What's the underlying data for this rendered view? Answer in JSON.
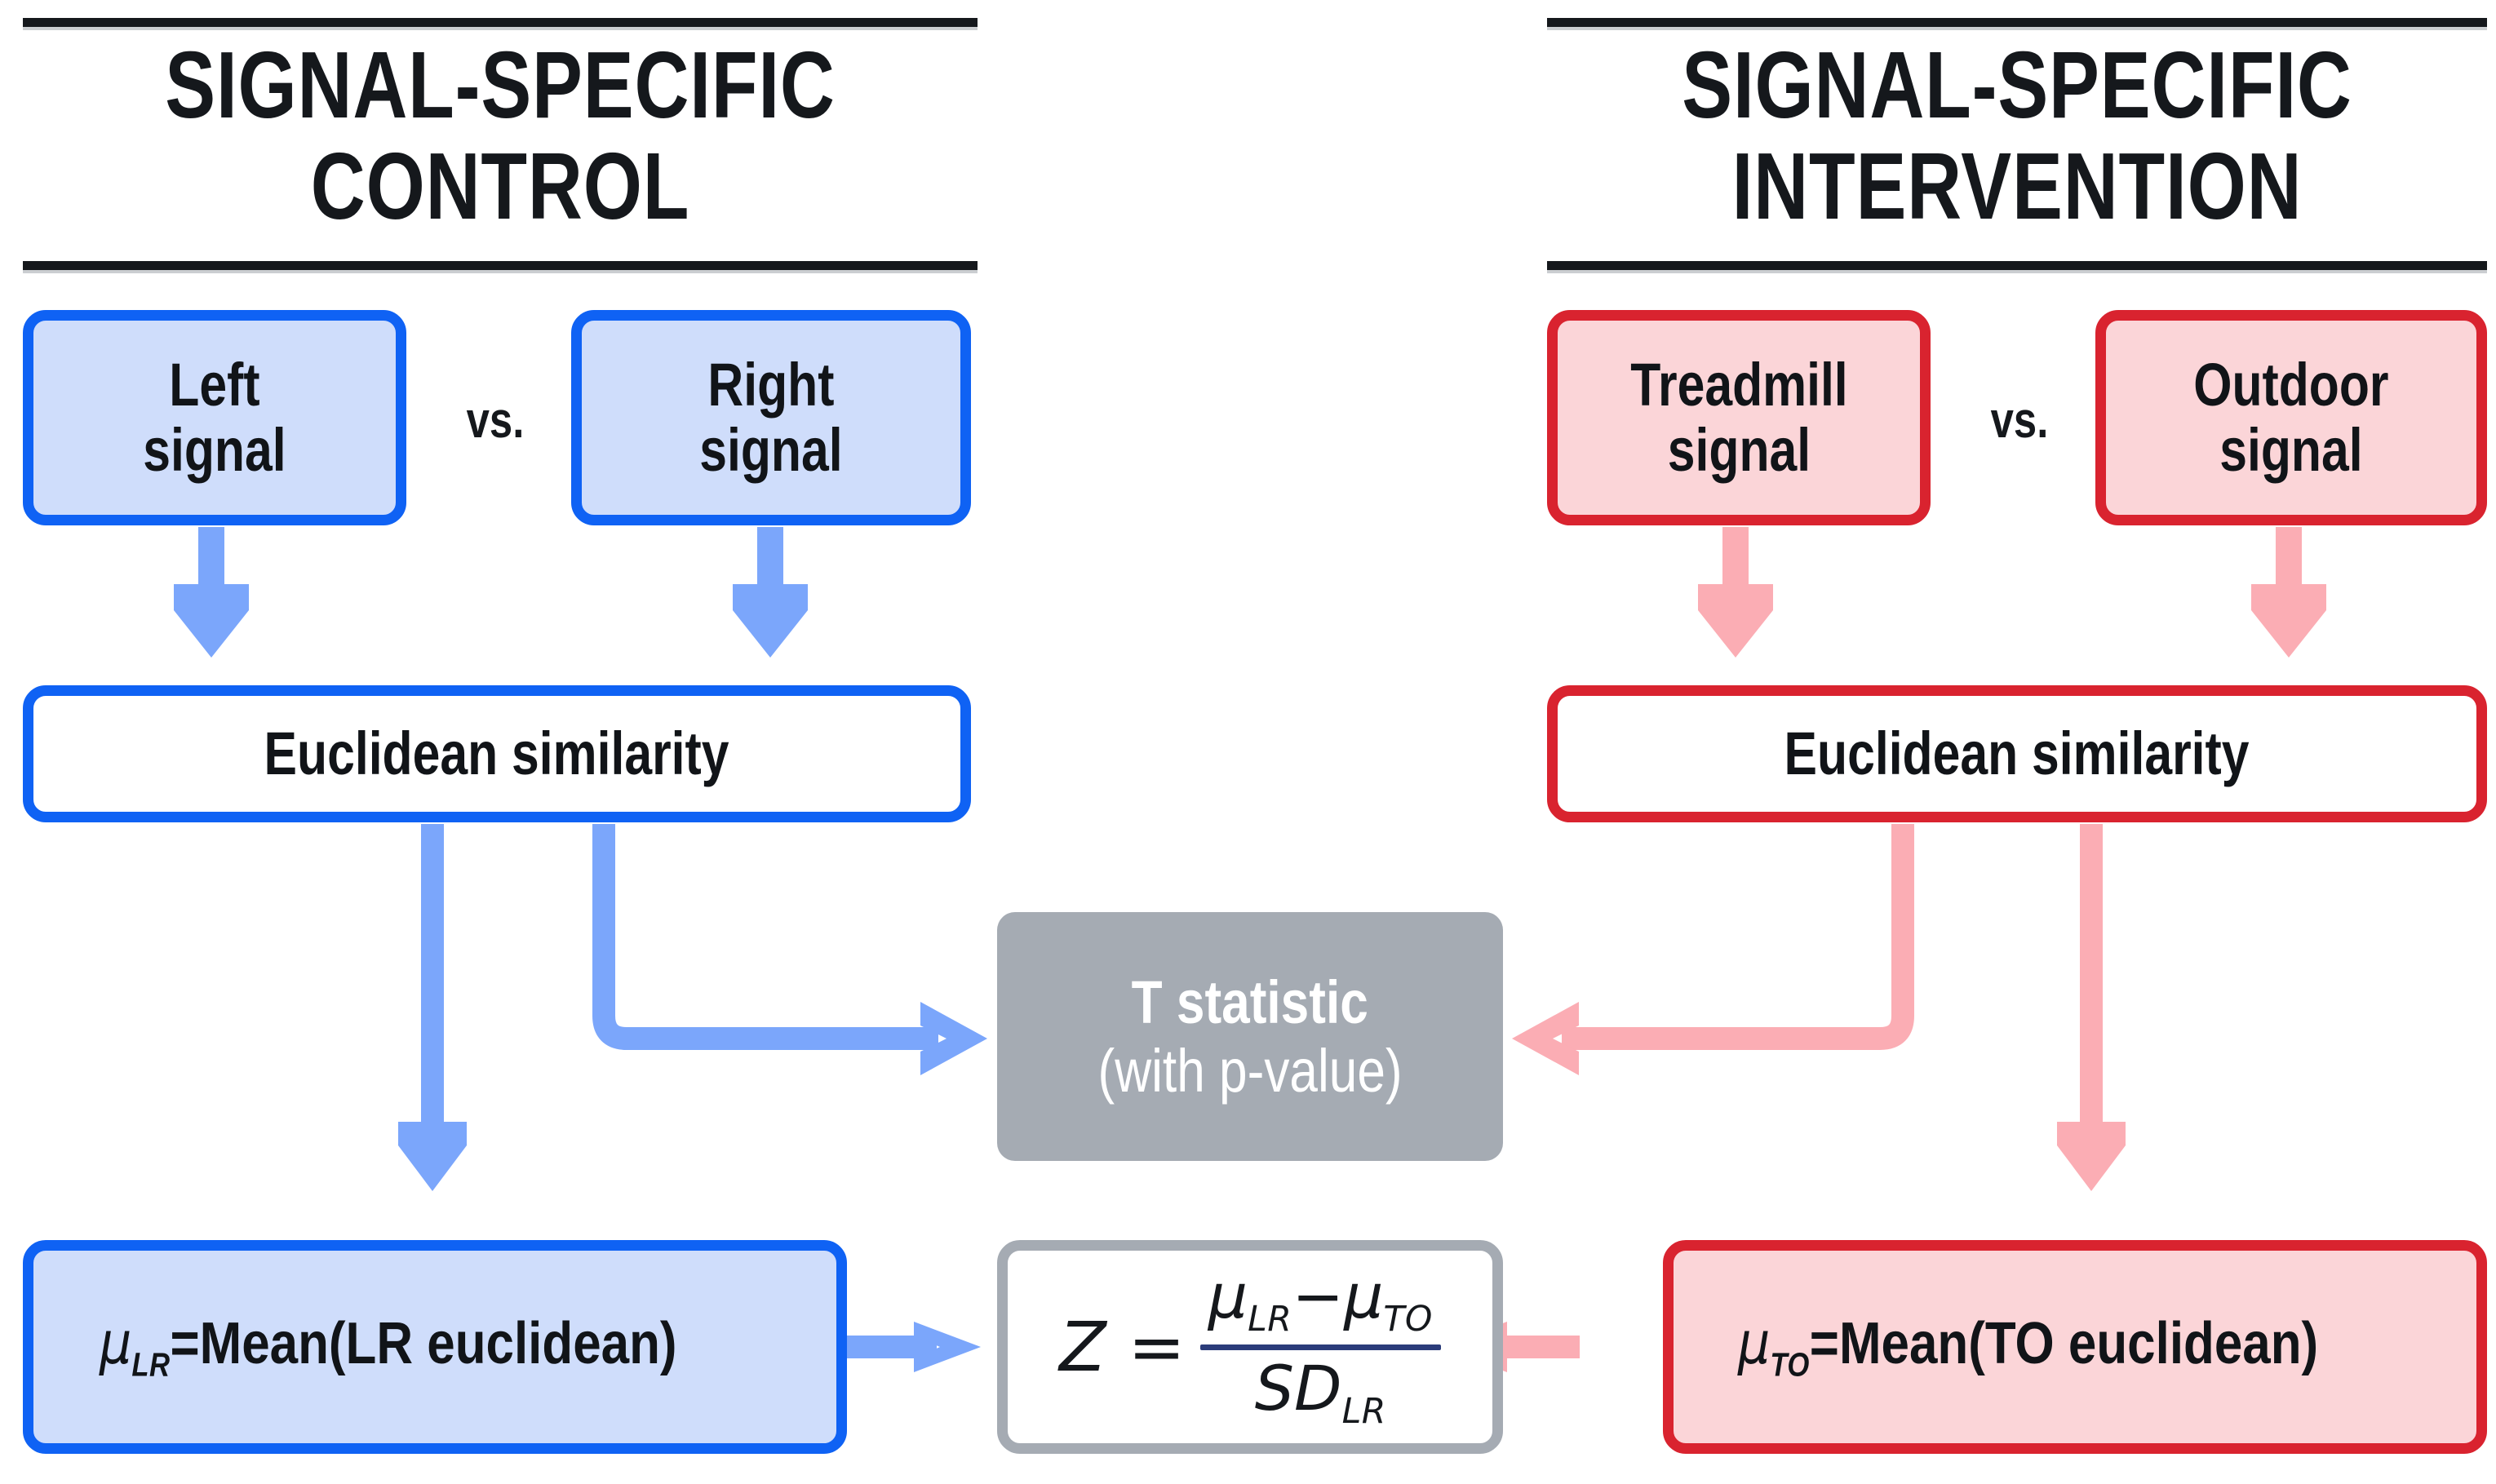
{
  "panels": {
    "left": {
      "title": "SIGNAL-SPECIFIC\nCONTROL",
      "accent": "#0f62f4",
      "fill": "#cfddfb",
      "arrow": "#7ba6fb",
      "source_a": "Left\nsignal",
      "source_b": "Right\nsignal",
      "vs": "vs.",
      "metric": "Euclidean similarity",
      "mean": {
        "symbol": "μ",
        "subscript": "LR",
        "expression": "=Mean(LR euclidean)"
      }
    },
    "right": {
      "title": "SIGNAL-SPECIFIC\nINTERVENTION",
      "accent": "#d9232f",
      "fill": "#fbd5d8",
      "arrow": "#fbadb4",
      "source_a": "Treadmill\nsignal",
      "source_b": "Outdoor\nsignal",
      "vs": "vs.",
      "metric": "Euclidean similarity",
      "mean": {
        "symbol": "μ",
        "subscript": "TO",
        "expression": "=Mean(TO euclidean)"
      }
    }
  },
  "center": {
    "tstat": {
      "line1": "T statistic",
      "line2": "(with p-value)",
      "fill": "#a5abb3",
      "text_color": "#ffffff"
    },
    "zscore": {
      "lead": "Z =",
      "numerator_mu1": "μ",
      "numerator_sub1": "LR",
      "numerator_minus": "−",
      "numerator_mu2": "μ",
      "numerator_sub2": "TO",
      "denominator": "SD",
      "denominator_sub": "LR",
      "border": "#a5abb3",
      "bar_color": "#2b3c7a"
    }
  }
}
